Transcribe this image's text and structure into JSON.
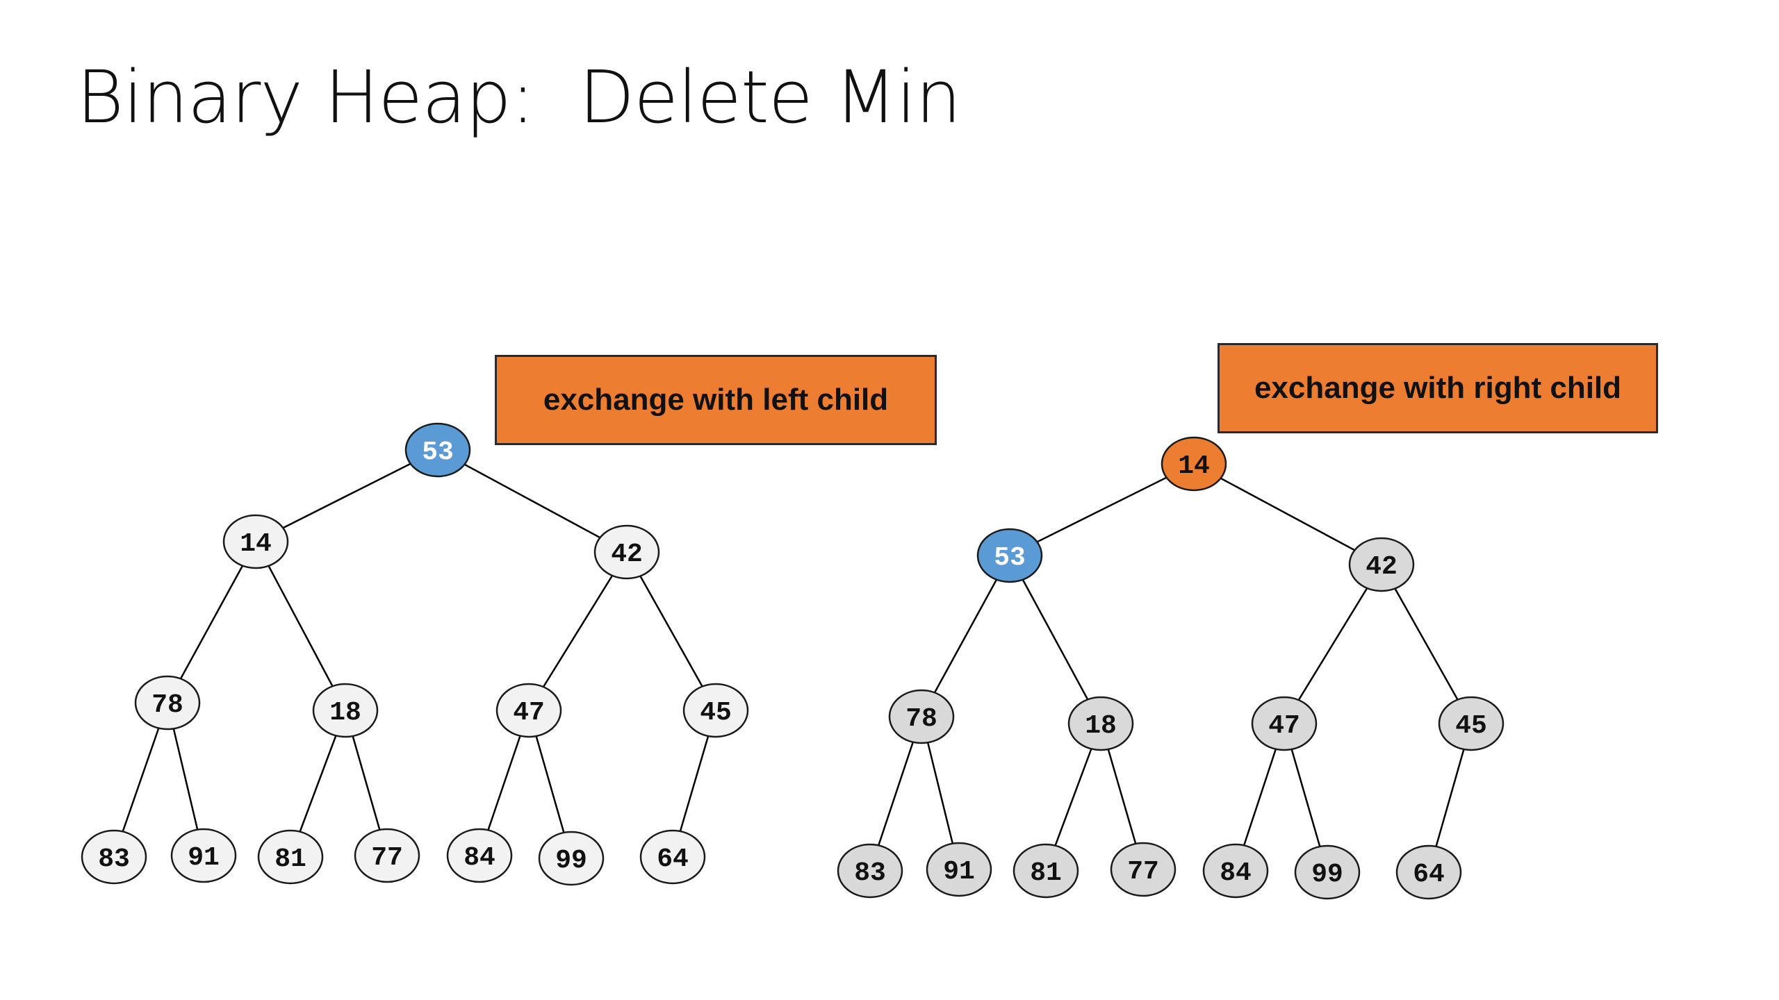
{
  "title": "Binary Heap:  Delete Min",
  "colors": {
    "callout": "#ED7D31",
    "sink_node": "#5B9BD5",
    "moved_node": "#ED7D31",
    "left_nodes": "#F2F2F2",
    "right_nodes": "#D9D9D9",
    "edge": "#000000"
  },
  "left_tree": {
    "callout": "exchange with left child",
    "nodes": [
      "53",
      "14",
      "42",
      "78",
      "18",
      "47",
      "45",
      "83",
      "91",
      "81",
      "77",
      "84",
      "99",
      "64"
    ],
    "highlight": {
      "0": "sink"
    }
  },
  "right_tree": {
    "callout": "exchange with right child",
    "nodes": [
      "14",
      "53",
      "42",
      "78",
      "18",
      "47",
      "45",
      "83",
      "91",
      "81",
      "77",
      "84",
      "99",
      "64"
    ],
    "highlight": {
      "0": "moved",
      "1": "sink"
    }
  }
}
